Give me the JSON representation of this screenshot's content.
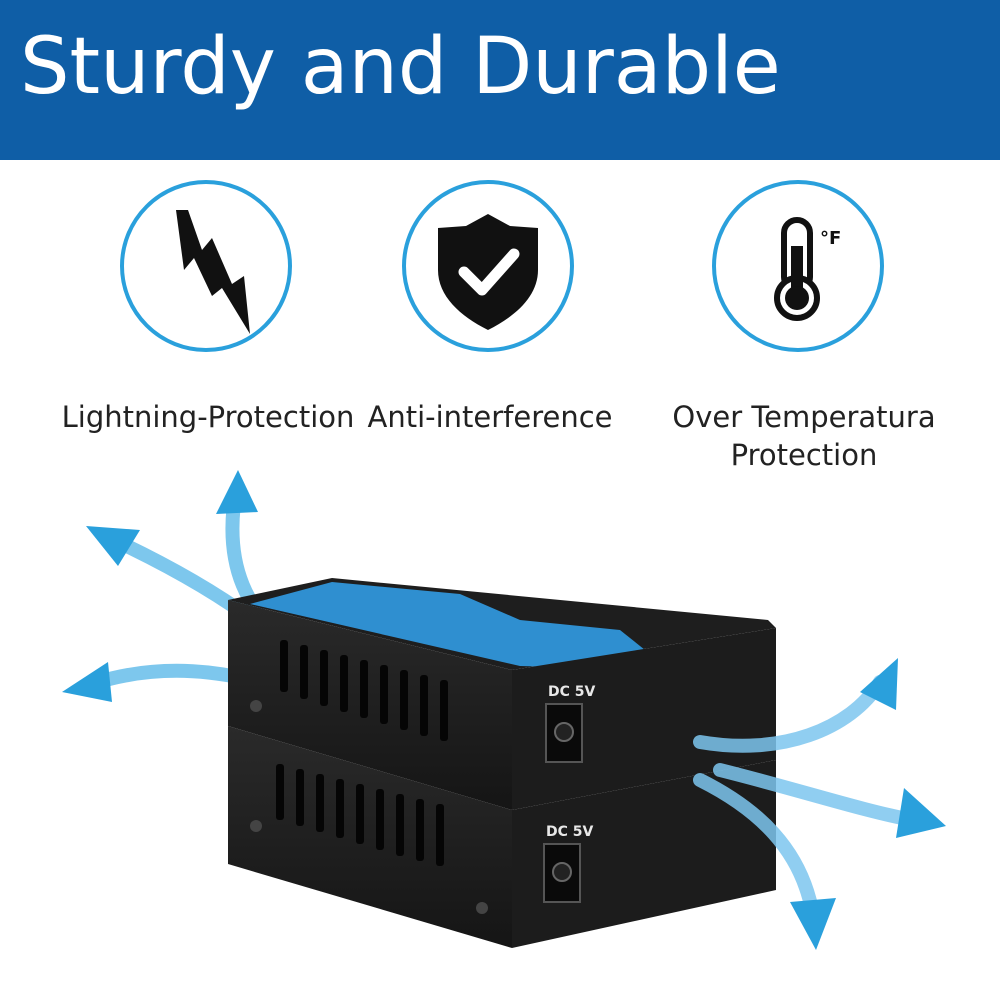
{
  "banner": {
    "title": "Sturdy and Durable"
  },
  "features": [
    {
      "icon": "lightning-icon",
      "label": "Lightning-Protection"
    },
    {
      "icon": "shield-check-icon",
      "label": "Anti-interference"
    },
    {
      "icon": "thermometer-icon",
      "label_line1": "Over Temperatura",
      "label_line2": "Protection",
      "unit": "°F"
    }
  ],
  "devices": {
    "top_port_label": "DC 5V",
    "bottom_port_label": "DC 5V"
  },
  "colors": {
    "banner": "#0f5ea6",
    "accent": "#2aa0dc",
    "device_body": "#1a1a1a",
    "lid_stripe": "#2f8fd0"
  }
}
